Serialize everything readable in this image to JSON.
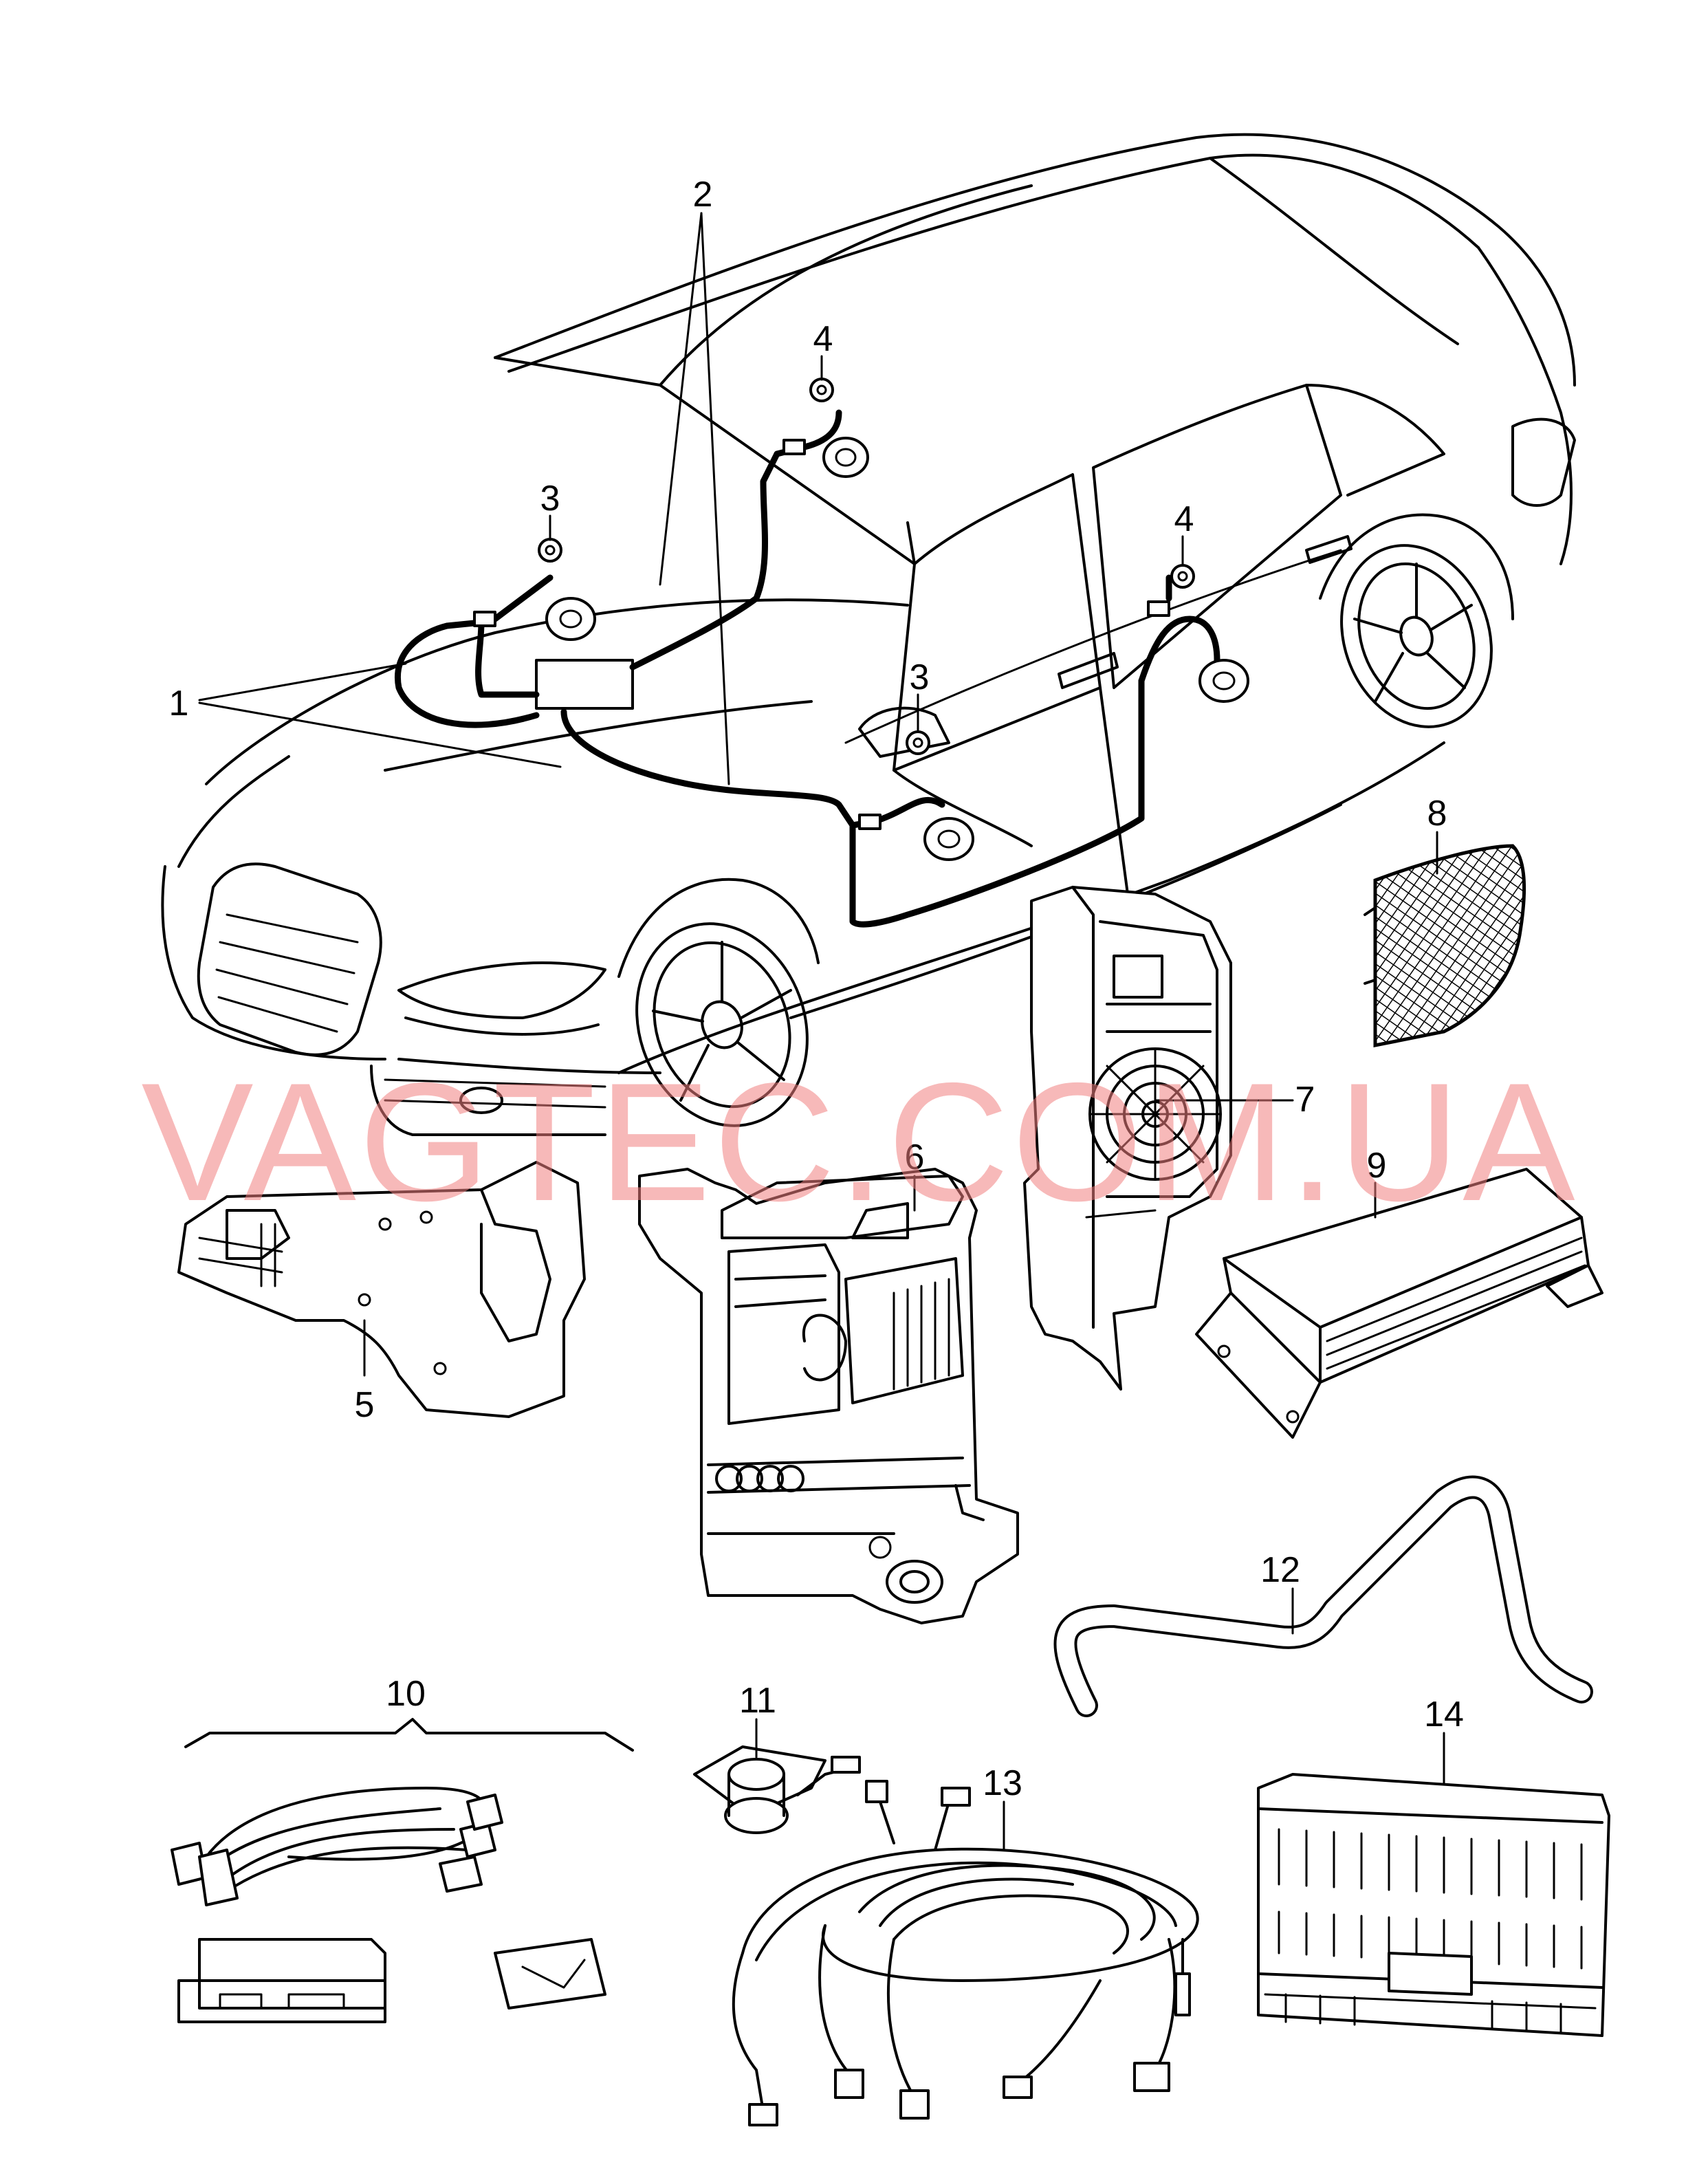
{
  "callouts": {
    "c1": "1",
    "c2": "2",
    "c3a": "3",
    "c3b": "3",
    "c4a": "4",
    "c4b": "4",
    "c5": "5",
    "c6": "6",
    "c7": "7",
    "c8": "8",
    "c9": "9",
    "c10": "10",
    "c11": "11",
    "c12": "12",
    "c13": "13",
    "c14": "14"
  },
  "watermark": {
    "text": "VAGTEC.COM.UA",
    "color": "#f08080"
  }
}
